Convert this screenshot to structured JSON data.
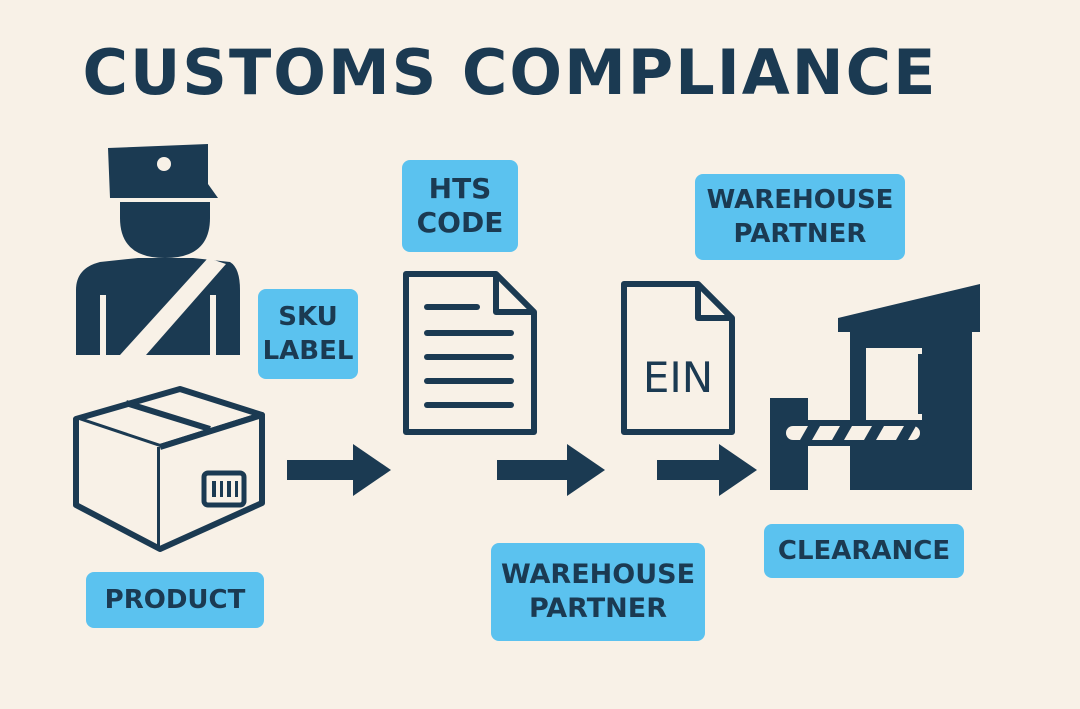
{
  "title": "CUSTOMS COMPLIANCE",
  "labels": {
    "sku": [
      "SKU",
      "LABEL"
    ],
    "hts": [
      "HTS",
      "CODE"
    ],
    "warehouse_top": [
      "WAREHOUSE",
      "PARTNER"
    ],
    "product": "PRODUCT",
    "warehouse_bottom": [
      "WAREHOUSE",
      "PARTNER"
    ],
    "clearance": "CLEARANCE",
    "ein_doc": "EIN"
  },
  "colors": {
    "background": "#f8f1e7",
    "navy": "#1b3a52",
    "tag": "#5bc2ef"
  }
}
